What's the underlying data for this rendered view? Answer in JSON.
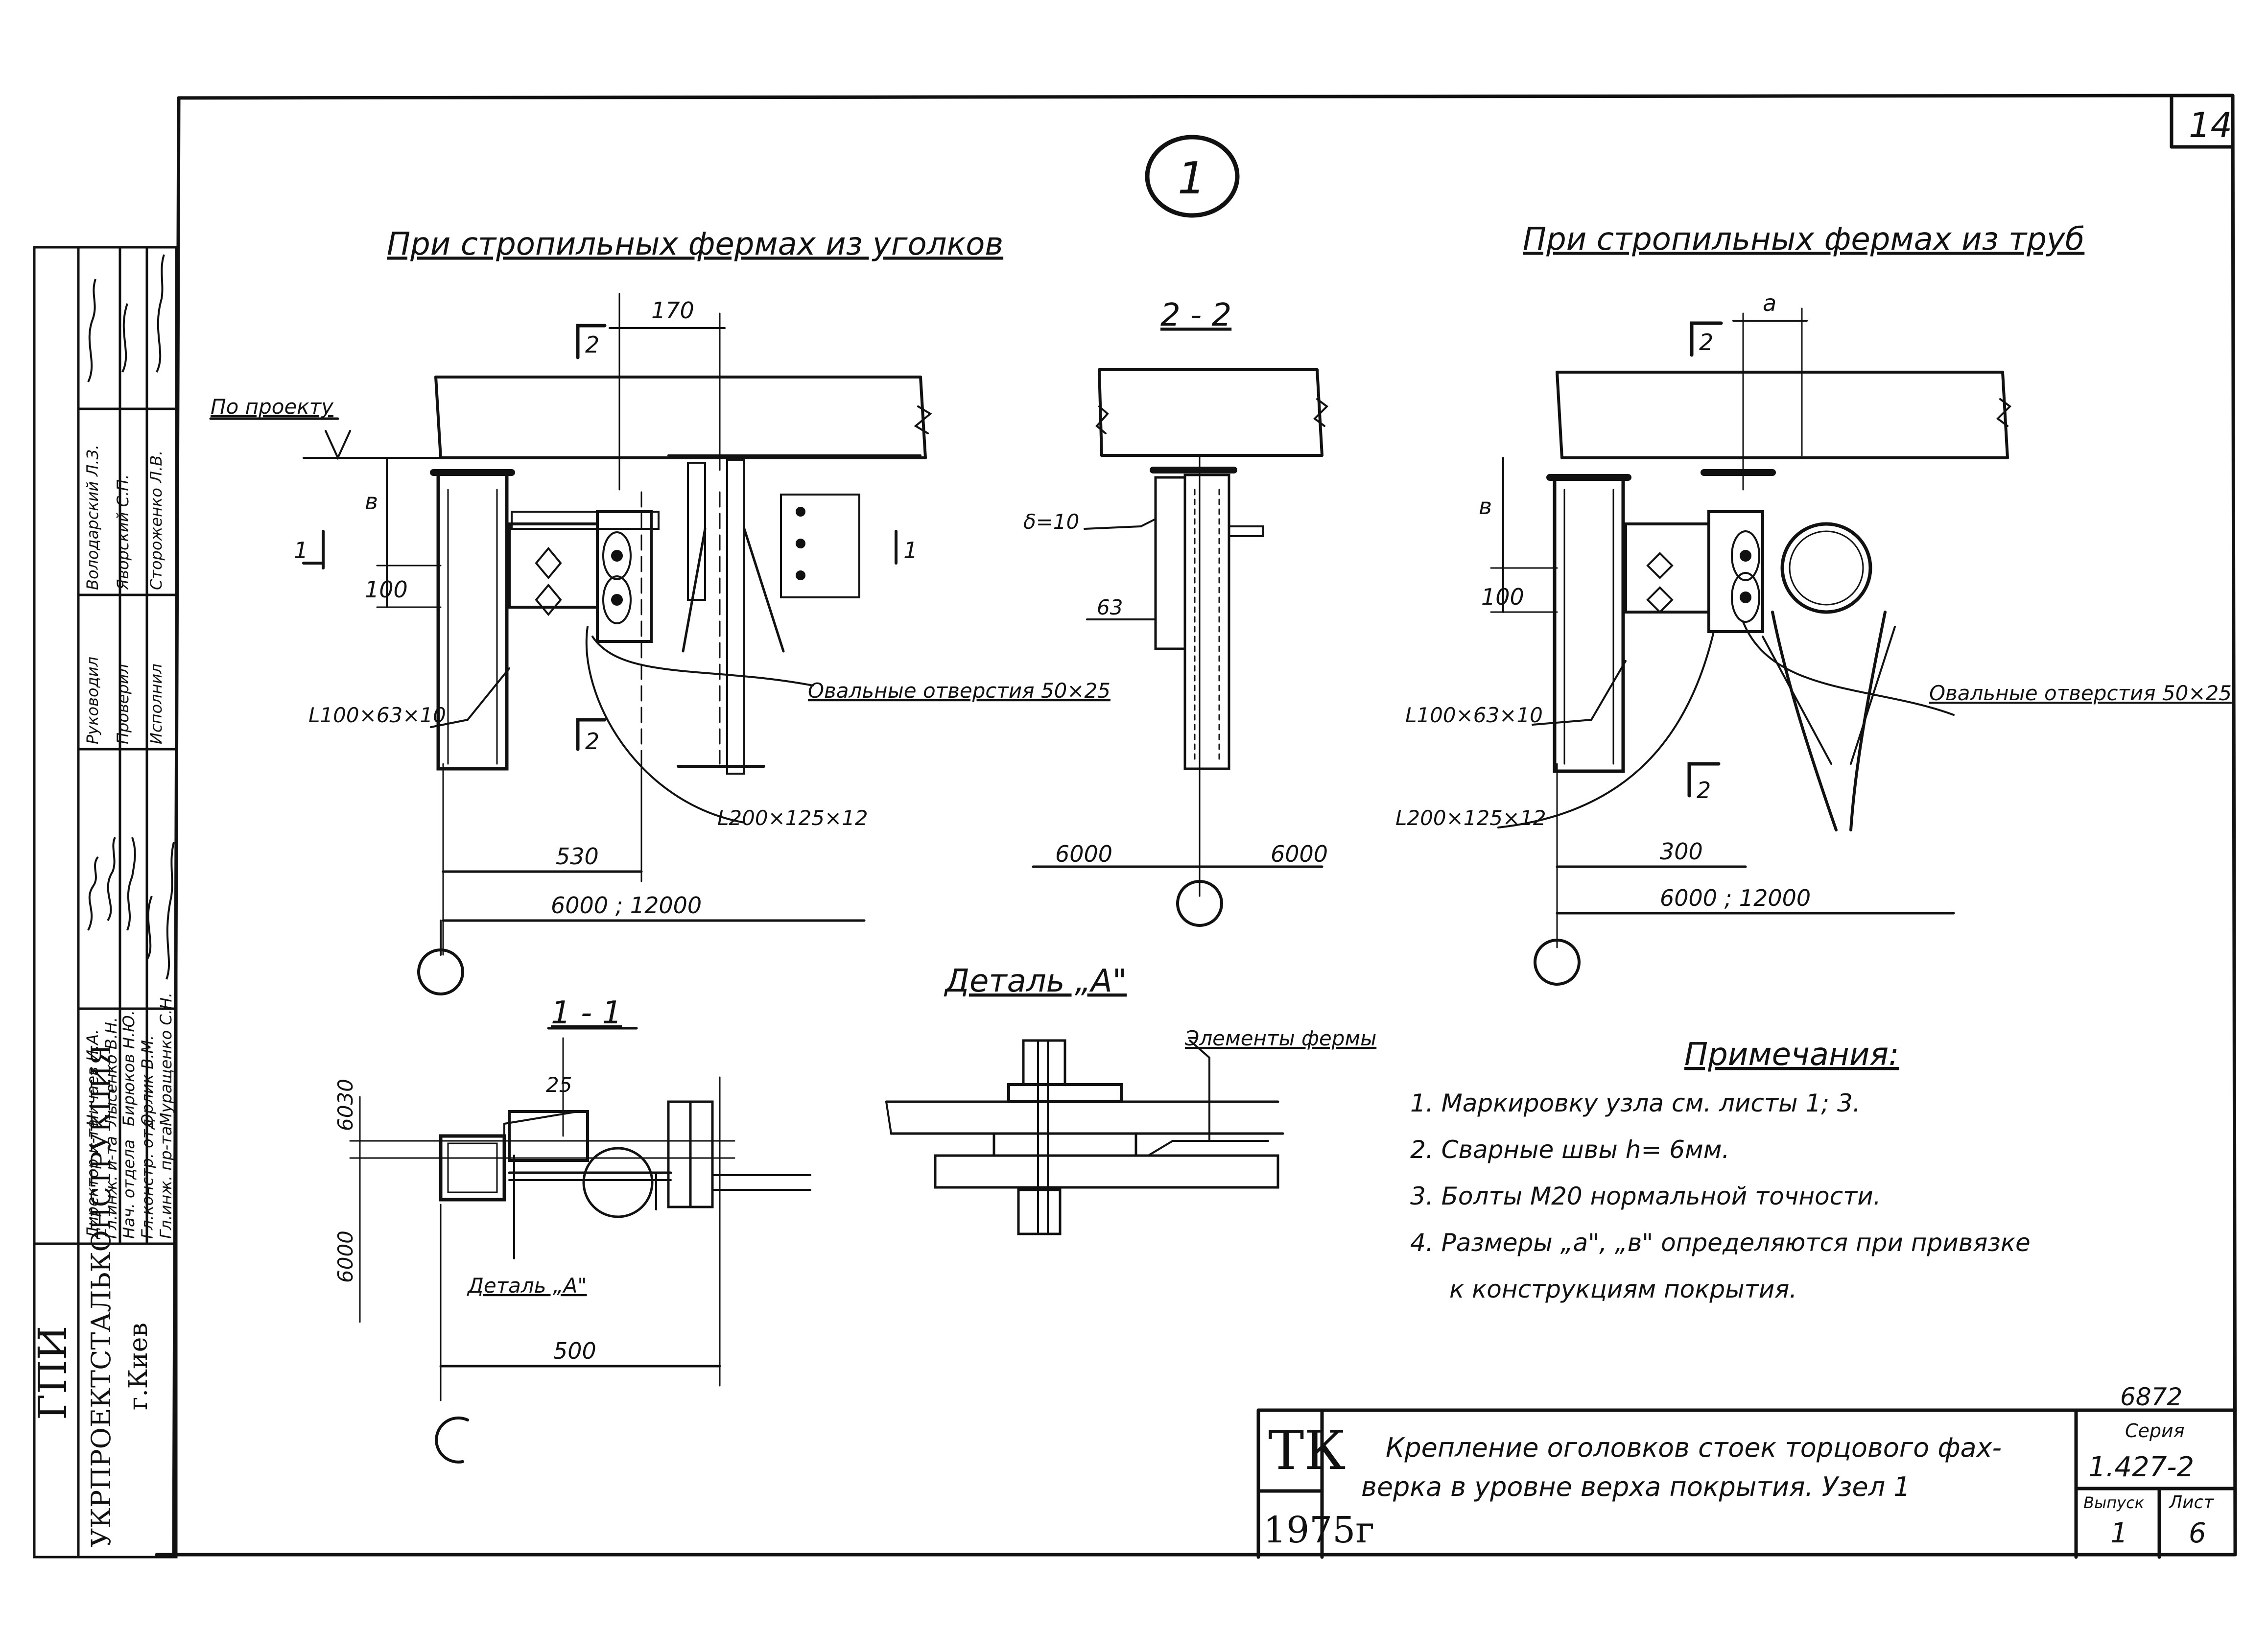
{
  "sheet_number": "14",
  "node_number": "1",
  "view_angles": {
    "title": "При стропильных фермах из уголков",
    "dim_170": "170",
    "dim_b": "в",
    "dim_100": "100",
    "level_label": "По проекту",
    "section_1": "1",
    "section_2": "2",
    "angle_small": "L100×63×10",
    "angle_large": "L200×125×12",
    "holes": "Овальные отверстия 50×25",
    "dim_530": "530",
    "dim_span": "6000 ; 12000"
  },
  "view_22": {
    "title": "2 - 2",
    "delta": "δ=10",
    "dim_63": "63",
    "dim_left": "6000",
    "dim_right": "6000"
  },
  "view_pipes": {
    "title": "При стропильных фермах из труб",
    "dim_a": "а",
    "dim_b": "в",
    "dim_100": "100",
    "section_2": "2",
    "angle_small": "L100×63×10",
    "angle_large": "L200×125×12",
    "holes": "Овальные отверстия 50×25",
    "dim_300": "300",
    "dim_span": "6000 ; 12000"
  },
  "view_11": {
    "title": "1 - 1",
    "dim_630": "6030",
    "dim_6000": "6000",
    "dim_25": "25",
    "detail_ref": "Деталь „А\"",
    "dim_500": "500"
  },
  "detail_a": {
    "title": "Деталь „А\"",
    "elements": "Элементы фермы"
  },
  "notes": {
    "title": "Примечания:",
    "items": [
      "1. Маркировку узла см. листы 1; 3.",
      "2. Сварные швы h= 6мм.",
      "3. Болты М20 нормальной точности.",
      "4. Размеры „а\", „в\" определяются при привязке",
      "к конструкциям покрытия."
    ]
  },
  "title_block": {
    "tk": "ТК",
    "year": "1975г",
    "title_line1": "Крепление оголовков стоек торцового фах-",
    "title_line2": "верка в уровне верха покрытия. Узел 1",
    "code": "6872",
    "series_label": "Серия",
    "series": "1.427-2",
    "issue_label": "Выпуск",
    "issue": "1",
    "sheet_label": "Лист",
    "sheet": "6"
  },
  "left_stamp": {
    "org": "ГПИ",
    "org_full": "УКРПРОЕКТСТАЛЬКОНСТРУКЦИЯ",
    "city": "г.Киев",
    "roles": [
      "Директор и-та",
      "Гл.инж. и-та",
      "Нач. отдела",
      "Гл.констр. отд",
      "Гл.инж. пр-та"
    ],
    "names": [
      "Ничаев И.А.",
      "Лысенко В.Н.",
      "Бирюков Н.Ю.",
      "Орлик В.М.",
      "Муращенко С.Н."
    ],
    "roles2": [
      "Руководил",
      "Проверил",
      "Исполнил"
    ],
    "names2": [
      "Володарский Л.З.",
      "Яворский С.П.",
      "Стороженко Л.В."
    ]
  }
}
